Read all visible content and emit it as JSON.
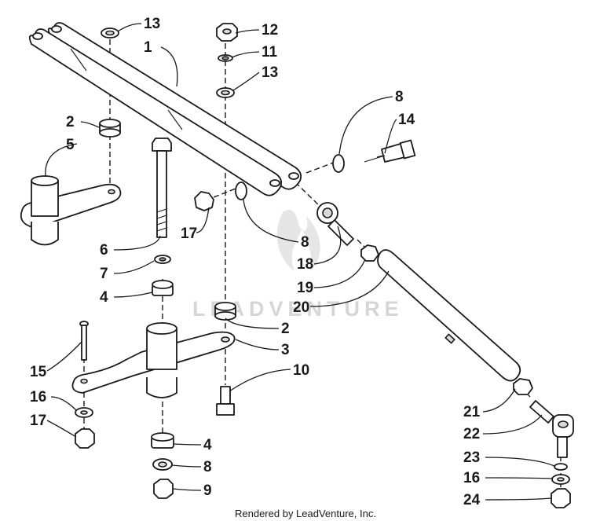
{
  "callouts": {
    "c1": "1",
    "c2a": "2",
    "c2b": "2",
    "c3": "3",
    "c4a": "4",
    "c4b": "4",
    "c5": "5",
    "c6": "6",
    "c7": "7",
    "c8a": "8",
    "c8b": "8",
    "c8c": "8",
    "c9": "9",
    "c10": "10",
    "c11": "11",
    "c12": "12",
    "c13a": "13",
    "c13b": "13",
    "c14": "14",
    "c15": "15",
    "c16a": "16",
    "c16b": "16",
    "c17a": "17",
    "c17b": "17",
    "c18": "18",
    "c19": "19",
    "c20": "20",
    "c21": "21",
    "c22": "22",
    "c23": "23",
    "c24": "24"
  },
  "watermark": "LEADVENTURE",
  "footer": "Rendered by LeadVenture, Inc."
}
